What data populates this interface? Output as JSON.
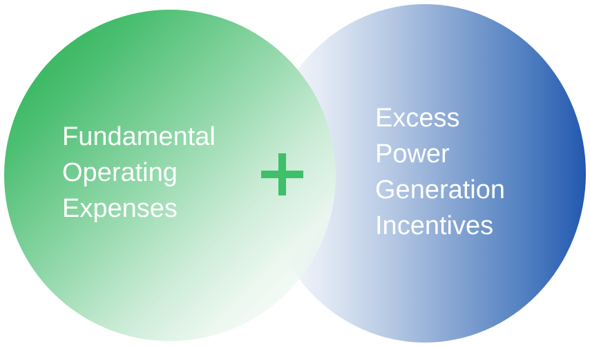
{
  "diagram": {
    "left_circle": {
      "lines": [
        "Fundamental",
        "Operating",
        "Expenses"
      ],
      "color": "#1fad4a"
    },
    "operator": {
      "icon": "plus-icon",
      "color": "#3fbf6a"
    },
    "right_circle": {
      "lines": [
        "Excess",
        "Power",
        "Generation",
        "Incentives"
      ],
      "color": "#2358b0"
    }
  }
}
